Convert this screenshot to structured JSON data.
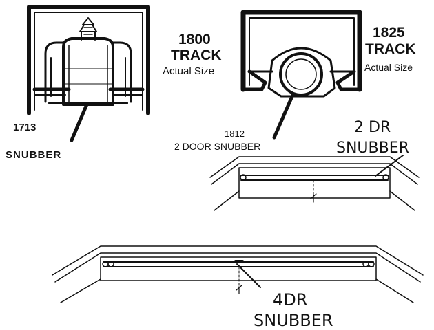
{
  "labels": {
    "track_1800": {
      "number": "1800",
      "word": "TRACK",
      "caption": "Actual Size"
    },
    "track_1825": {
      "number": "1825",
      "word": "TRACK",
      "caption": "Actual Size"
    },
    "snubber_1713": {
      "number": "1713",
      "word": "SNUBBER"
    },
    "snubber_1812": {
      "number": "1812",
      "desc": "2 DOOR SNUBBER"
    },
    "snubber_2dr": {
      "line1": "2 DR",
      "line2": "SNUBBER"
    },
    "snubber_4dr": {
      "line1": "4DR",
      "line2": "SNUBBER"
    }
  },
  "colors": {
    "ink": "#111111",
    "paper": "#ffffff"
  }
}
